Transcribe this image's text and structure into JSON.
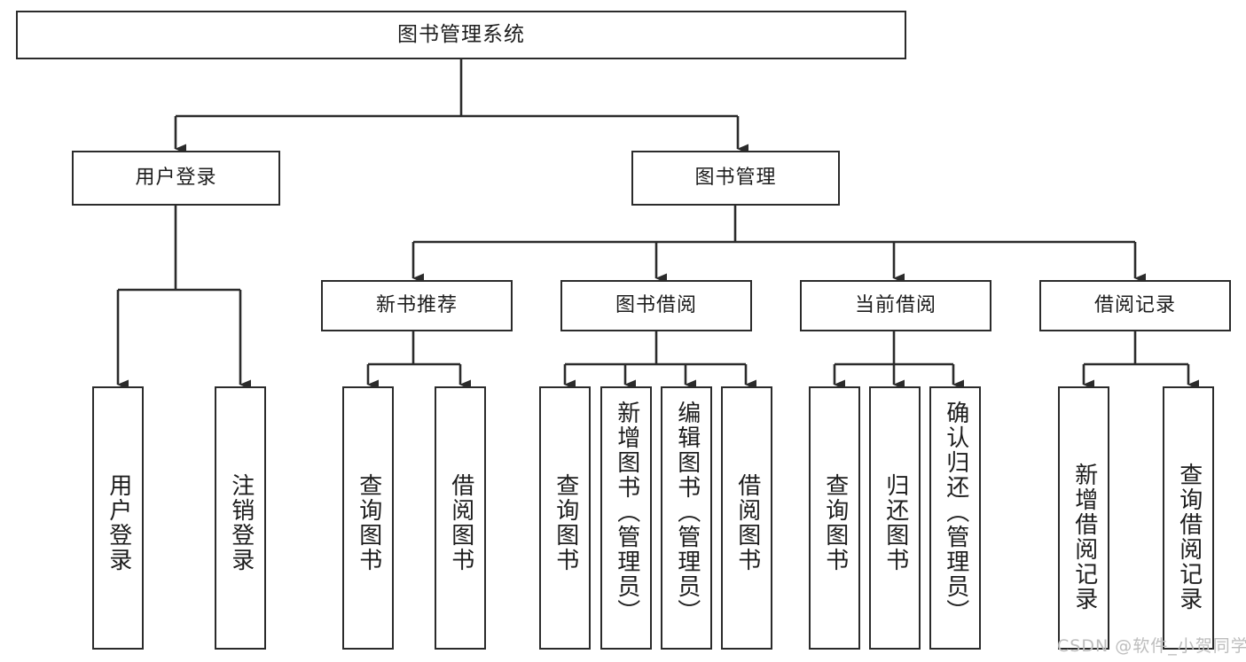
{
  "diagram": {
    "type": "tree-hierarchy",
    "title": "图书管理系统",
    "root": {
      "label": "图书管理系统"
    },
    "level2": [
      {
        "label": "用户登录"
      },
      {
        "label": "图书管理"
      }
    ],
    "level3": [
      {
        "label": "新书推荐"
      },
      {
        "label": "图书借阅"
      },
      {
        "label": "当前借阅"
      },
      {
        "label": "借阅记录"
      }
    ],
    "leaves": [
      {
        "label": "用户登录"
      },
      {
        "label": "注销登录"
      },
      {
        "label": "查询图书"
      },
      {
        "label": "借阅图书"
      },
      {
        "label": "查询图书"
      },
      {
        "label": "新增图书（管理员）"
      },
      {
        "label": "编辑图书（管理员）"
      },
      {
        "label": "借阅图书"
      },
      {
        "label": "查询图书"
      },
      {
        "label": "归还图书"
      },
      {
        "label": "确认归还（管理员）"
      },
      {
        "label": "新增借阅记录"
      },
      {
        "label": "查询借阅记录"
      }
    ]
  },
  "watermark": {
    "text": "CSDN @软件_小贺同学"
  },
  "colors": {
    "stroke": "#2b2b2b",
    "fill": "#ffffff",
    "text": "#1d1d1d",
    "watermark": "#bdbdbd"
  }
}
